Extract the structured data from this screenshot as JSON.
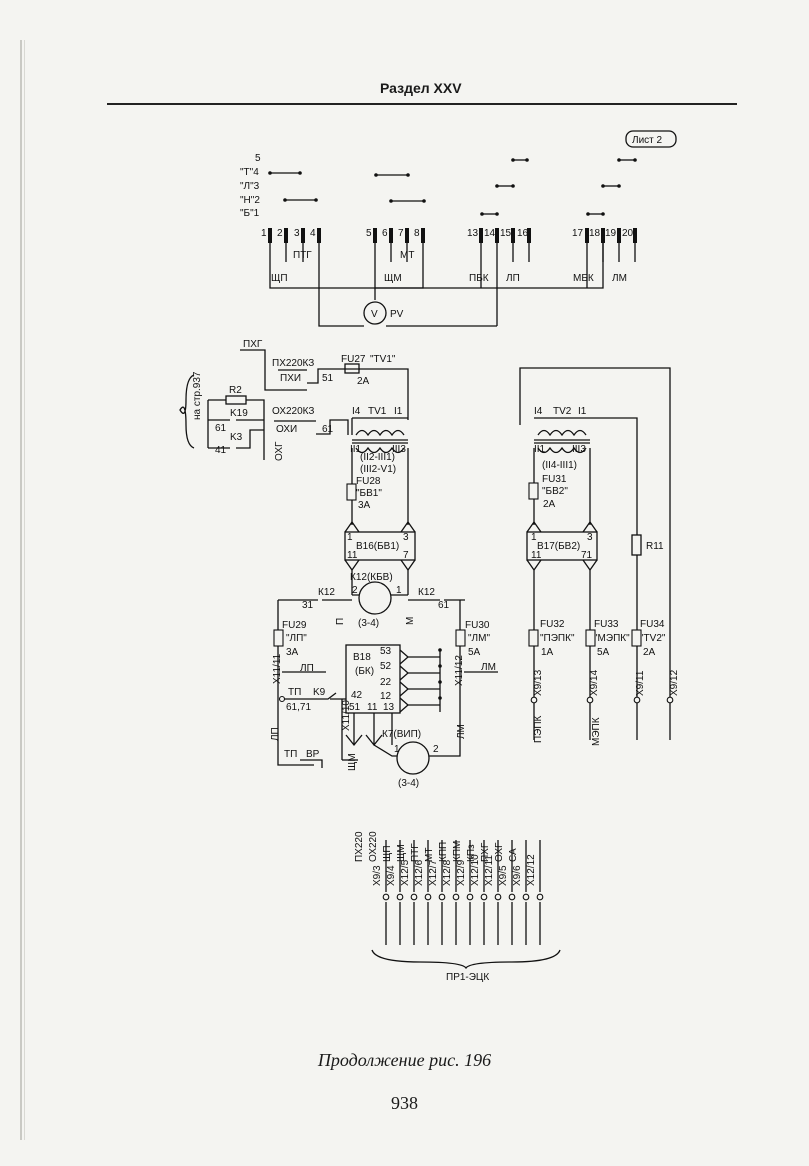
{
  "header": {
    "section_title": "Раздел XXV"
  },
  "sheet_label": "Лист 2",
  "switch_positions": [
    "5",
    "\"Т\"4",
    "\"Л\"3",
    "\"Н\"2",
    "\"Б\"1"
  ],
  "terminal_group_1": {
    "nums": [
      "1",
      "2",
      "3",
      "4"
    ],
    "labels": [
      "ПТГ",
      "ЩП"
    ]
  },
  "terminal_group_2": {
    "nums": [
      "5",
      "6",
      "7",
      "8"
    ],
    "labels": [
      "МТ",
      "ЩМ"
    ]
  },
  "terminal_group_3": {
    "nums": [
      "13",
      "14",
      "15",
      "16"
    ],
    "labels": [
      "ПБК",
      "ЛП"
    ]
  },
  "terminal_group_4": {
    "nums": [
      "17",
      "18",
      "19",
      "20"
    ],
    "labels": [
      "МБК",
      "ЛМ"
    ]
  },
  "voltmeter": {
    "symbol": "V",
    "label": "PV"
  },
  "left_block": {
    "bus_top": "ПХГ",
    "relay_top": "ПХ220КЗ",
    "relay_top_contact": "ПХИ",
    "relay_top_num": "51",
    "fuse": "FU27",
    "fuse_name": "\"TV1\"",
    "fuse_rating": "2А",
    "ref_page": "на стр.937",
    "resistor": "R2",
    "relay_k19": "K19",
    "relay_k3": "K3",
    "num_61": "61",
    "num_41": "41",
    "relay_bottom": "ОХ220КЗ",
    "relay_bottom_contact": "ОХИ",
    "relay_bottom_num": "61",
    "bus_bottom": "ОХГ"
  },
  "tv1": {
    "name": "TV1",
    "i4": "I4",
    "i1": "I1",
    "ii1": "II1",
    "iii3": "III3",
    "winding_a": "(II2-III1)",
    "winding_b": "(III2-V1)"
  },
  "fu28": {
    "name": "FU28",
    "label": "\"БВ1\"",
    "rating": "3А"
  },
  "b16": {
    "name": "В16(БВ1)",
    "n1": "1",
    "n3": "3",
    "n11": "11",
    "n7": "7"
  },
  "k12_motor": {
    "name": "К12(КБВ)",
    "rating": "(3-4)",
    "left_contact": "К12",
    "right_contact": "К12",
    "n2": "2",
    "n1": "1",
    "n31": "31",
    "n61": "61",
    "p": "П",
    "m": "М"
  },
  "fu29": {
    "name": "FU29",
    "label": "\"ЛП\"",
    "rating": "3А",
    "terminal": "Х11/11",
    "wire": "ЛП"
  },
  "fu30": {
    "name": "FU30",
    "label": "\"ЛМ\"",
    "rating": "5А",
    "terminal": "Х11/12",
    "wire": "ЛМ"
  },
  "b18": {
    "name": "В18",
    "sub": "(БК)",
    "pins_right": [
      "53",
      "52",
      "22",
      "12"
    ],
    "pin_42": "42",
    "pins_bottom": [
      "51",
      "11",
      "13"
    ]
  },
  "k9": {
    "name": "K9",
    "tp": "ТП",
    "nums": "61,71",
    "terminal": "Х11/10"
  },
  "bottom_left": {
    "lp": "ЛП",
    "tp": "ТП",
    "vr": "ВР",
    "shm": "ЩМ",
    "lm": "ЛМ"
  },
  "k7_motor": {
    "name": "К7(ВИП)",
    "rating": "(3-4)",
    "n1": "1",
    "n2": "2"
  },
  "tv2": {
    "name": "TV2",
    "i4": "I4",
    "i1": "I1",
    "ii1": "II1",
    "iii3": "III3",
    "winding": "(II4-III1)"
  },
  "fu31": {
    "name": "FU31",
    "label": "\"БВ2\"",
    "rating": "2А"
  },
  "b17": {
    "name": "В17(БВ2)",
    "n1": "1",
    "n3": "3",
    "n11": "11",
    "n71": "71"
  },
  "r11": "R11",
  "fu32": {
    "name": "FU32",
    "label": "\"ПЭПК\"",
    "rating": "1А",
    "terminal": "Х9/13",
    "wire": "ПЭПК"
  },
  "fu33": {
    "name": "FU33",
    "label": "\"МЭПК\"",
    "rating": "5А",
    "terminal": "Х9/14",
    "wire": "МЭПК"
  },
  "fu34": {
    "name": "FU34",
    "label": "\"TV2\"",
    "rating": "2А",
    "terminal": "Х9/11"
  },
  "x9_12": "Х9/12",
  "connector": {
    "name": "ПР1-ЭЦК",
    "signals": [
      "ПХ220",
      "ОХ220",
      "ЩП",
      "ЩМ",
      "ПТГ",
      "МТ",
      "КПП",
      "КПМ",
      "КПз",
      "ПХГ",
      "ОХГ",
      "СА"
    ],
    "terminals": [
      "Х9/3",
      "Х9/4",
      "Х12/5",
      "Х12/6",
      "Х12/7",
      "Х12/8",
      "Х12/9",
      "Х12/10",
      "Х12/11",
      "Х9/5",
      "Х9/6",
      "Х12/12"
    ]
  },
  "caption": "Продолжение рис. 196",
  "page_number": "938"
}
